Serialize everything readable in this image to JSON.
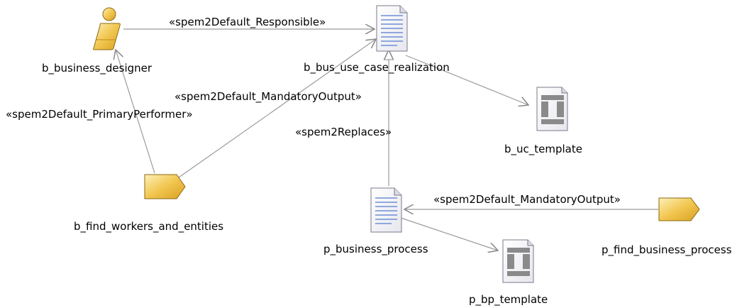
{
  "nodes": {
    "b_business_designer": {
      "label": "b_business_designer",
      "kind": "role-icon"
    },
    "b_bus_use_case_realization": {
      "label": "b_bus_use_case_realization",
      "kind": "document-icon"
    },
    "b_uc_template": {
      "label": "b_uc_template",
      "kind": "template-icon"
    },
    "b_find_workers_and_entities": {
      "label": "b_find_workers_and_entities",
      "kind": "task-icon"
    },
    "p_business_process": {
      "label": "p_business_process",
      "kind": "document-icon"
    },
    "p_bp_template": {
      "label": "p_bp_template",
      "kind": "template-icon"
    },
    "p_find_business_process": {
      "label": "p_find_business_process",
      "kind": "task-icon"
    }
  },
  "edges": {
    "responsible": "«spem2Default_Responsible»",
    "primary_performer": "«spem2Default_PrimaryPerformer»",
    "mandatory_output_b": "«spem2Default_MandatoryOutput»",
    "replaces": "«spem2Replaces»",
    "mandatory_output_p": "«spem2Default_MandatoryOutput»"
  },
  "colors": {
    "edge": "#9a9a9a",
    "role_fill": "#f6d36b",
    "task_fill": "#f3c95a",
    "doc_lines": "#6e8fd6"
  }
}
